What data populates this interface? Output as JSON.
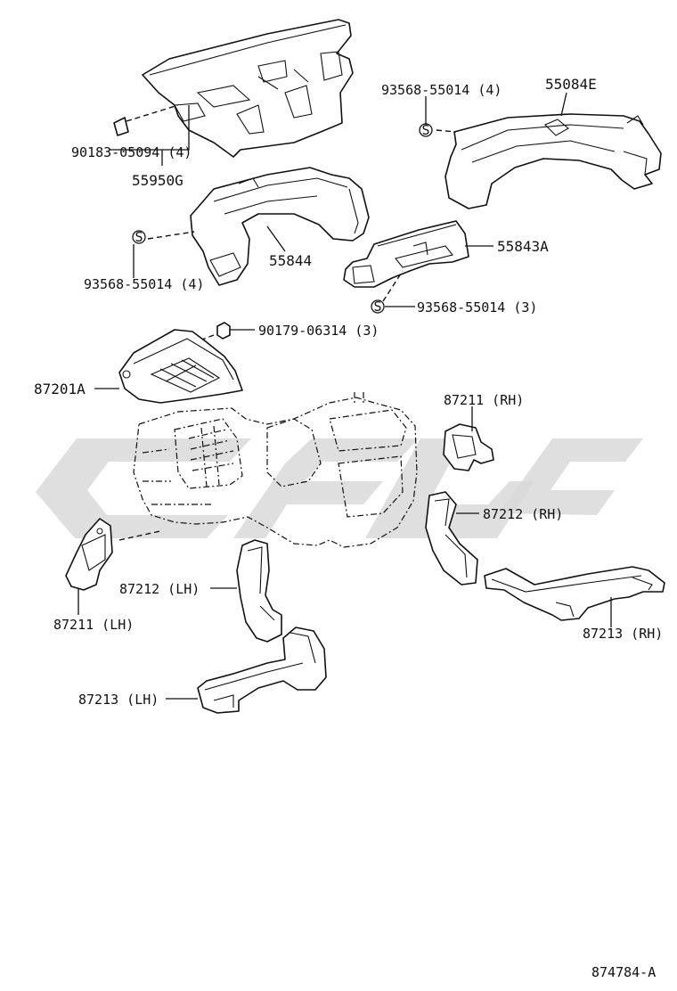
{
  "diagram": {
    "drawing_number": "874784-A",
    "watermark_icon": "brand-watermark-logo",
    "clip_symbol": "S",
    "labels": {
      "p90183": "90183-05094 (4)",
      "p55950g": "55950G",
      "p93568_a": "93568-55014 (4)",
      "p55084e": "55084E",
      "p55844": "55844",
      "p93568_b": "93568-55014 (4)",
      "p55843a": "55843A",
      "p93568_c": "93568-55014 (3)",
      "p90179": "90179-06314 (3)",
      "p87201a": "87201A",
      "p87211rh": "87211 (RH)",
      "p87212rh": "87212 (RH)",
      "p87211lh": "87211 (LH)",
      "p87212lh": "87212 (LH)",
      "p87213rh": "87213 (RH)",
      "p87213lh": "87213 (LH)"
    }
  }
}
